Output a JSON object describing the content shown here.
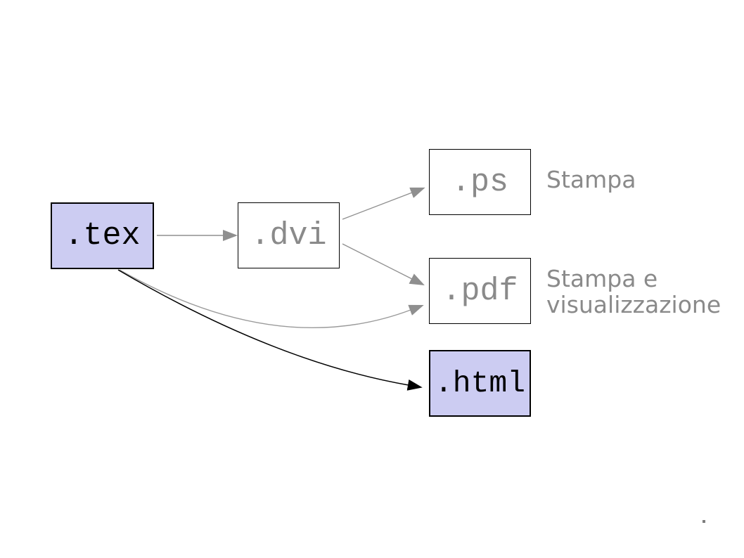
{
  "diagram": {
    "nodes": {
      "tex": {
        "label": ".tex",
        "highlighted": true
      },
      "dvi": {
        "label": ".dvi",
        "highlighted": false
      },
      "ps": {
        "label": ".ps",
        "highlighted": false
      },
      "pdf": {
        "label": ".pdf",
        "highlighted": false
      },
      "html": {
        "label": ".html",
        "highlighted": true
      }
    },
    "annotations": {
      "ps": "Stampa",
      "pdf": "Stampa e visualizzazione"
    },
    "edges": [
      {
        "from": ".tex",
        "to": ".dvi",
        "style": "straight",
        "color": "#8f8f8f"
      },
      {
        "from": ".dvi",
        "to": ".ps",
        "style": "straight",
        "color": "#8f8f8f"
      },
      {
        "from": ".dvi",
        "to": ".pdf",
        "style": "straight",
        "color": "#8f8f8f"
      },
      {
        "from": ".tex",
        "to": ".pdf",
        "style": "curved",
        "color": "#9a9a9a"
      },
      {
        "from": ".tex",
        "to": ".html",
        "style": "curved",
        "color": "#000000"
      }
    ],
    "colors": {
      "background": "#ffffff",
      "highlight_fill": "#ccccf2",
      "box_border": "#000000",
      "gray_text": "#8a8a8a",
      "arrow_gray": "#8f8f8f",
      "arrow_black": "#000000"
    },
    "stray_mark": "."
  }
}
